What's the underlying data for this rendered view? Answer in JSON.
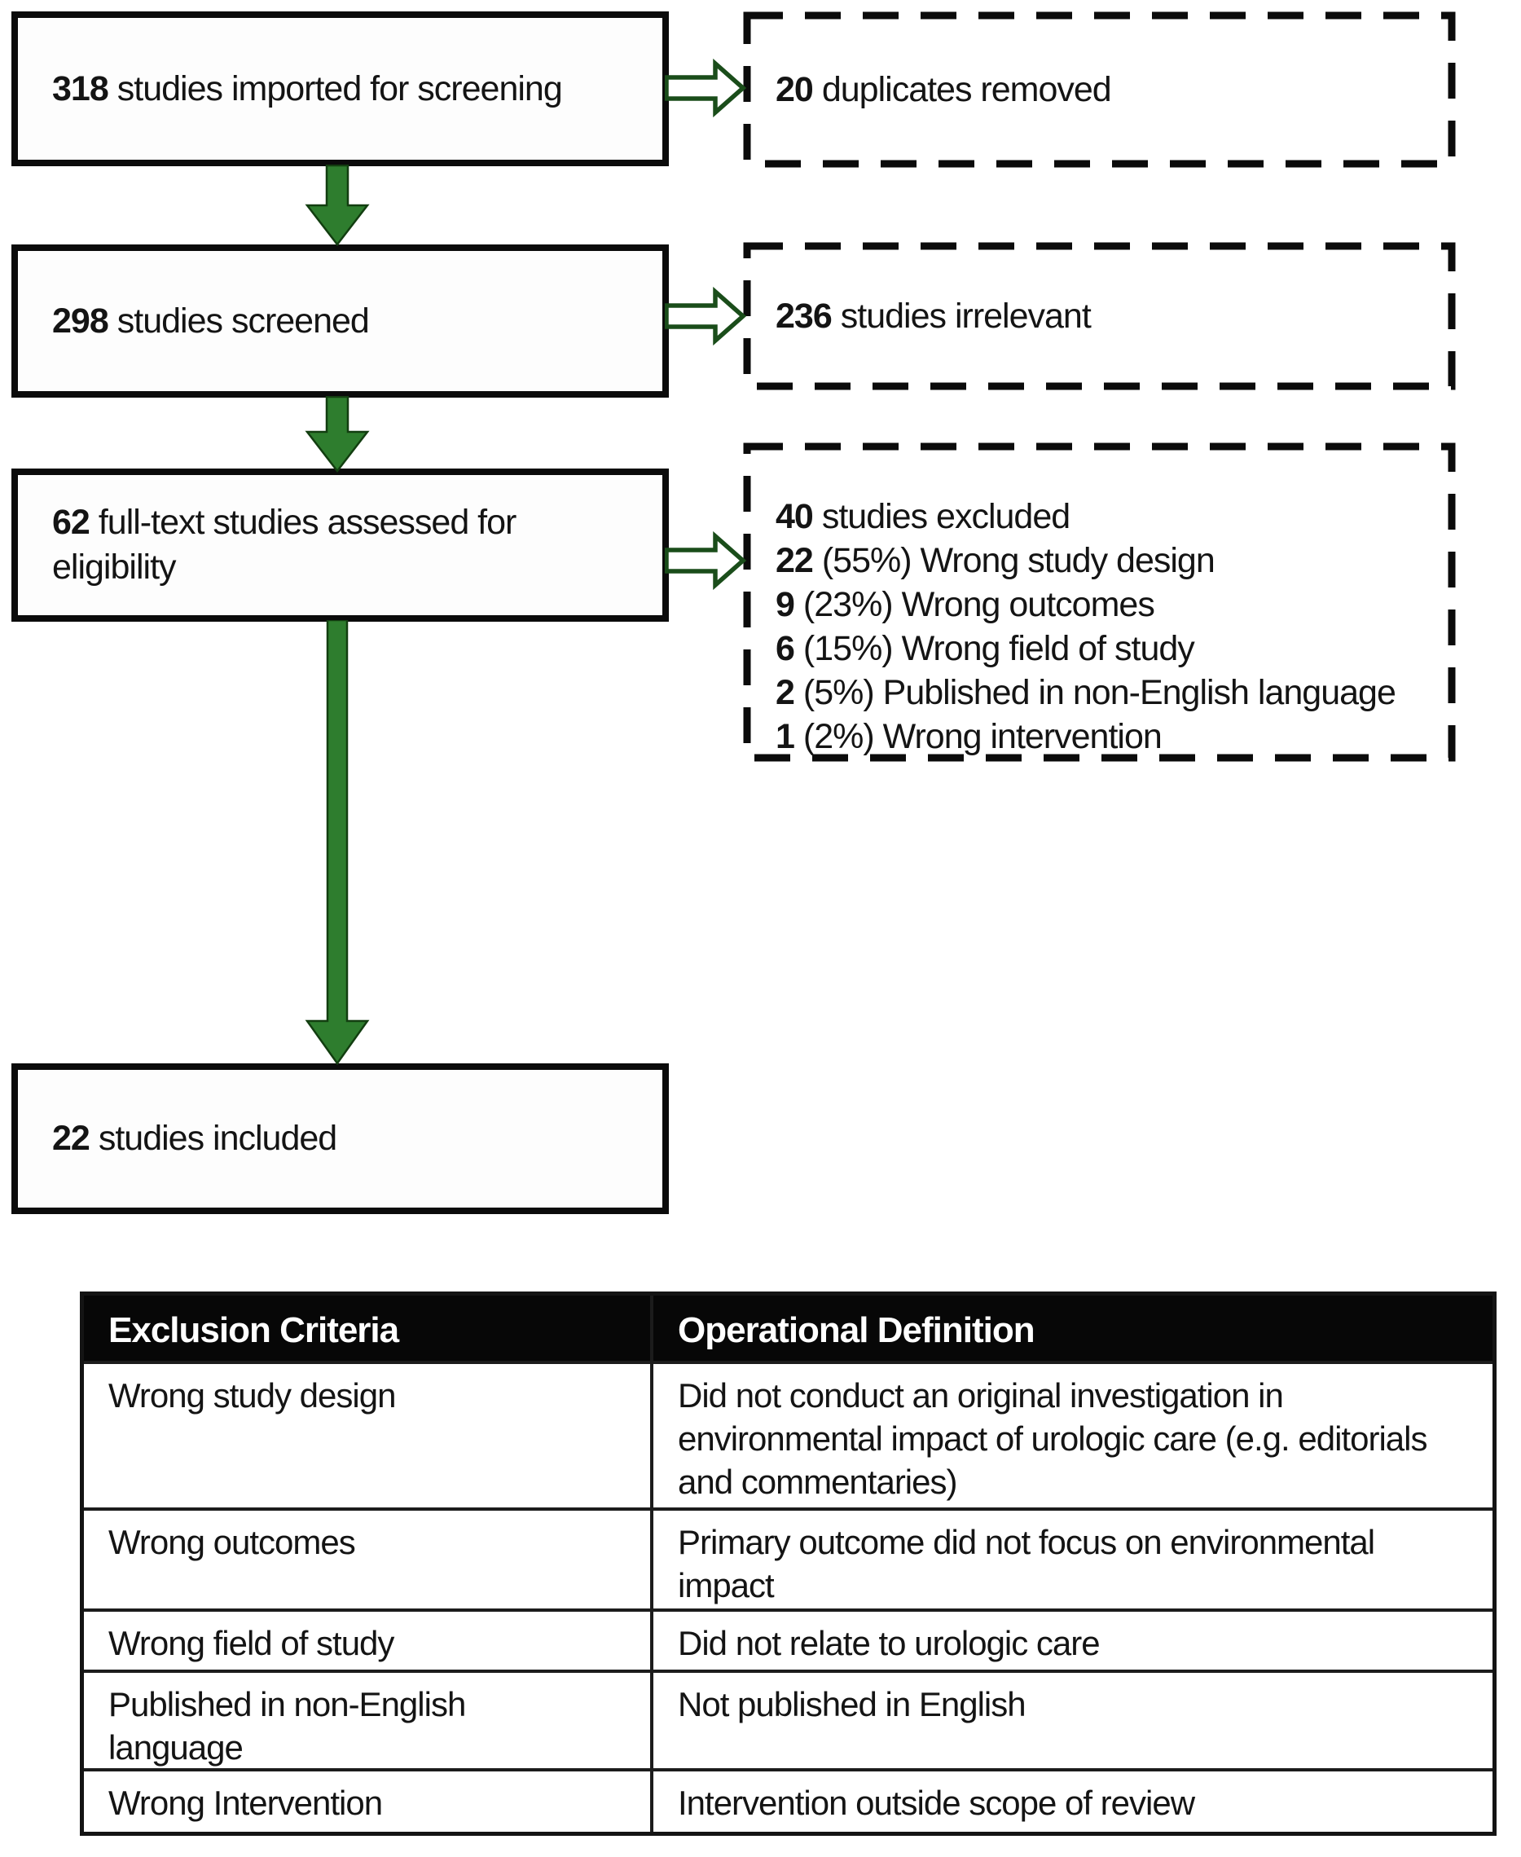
{
  "flowchart": {
    "boxes": [
      {
        "bold": "318",
        "text": "studies imported for screening"
      },
      {
        "bold": "298",
        "text": "studies screened"
      },
      {
        "bold": "62",
        "text": "full-text studies assessed for eligibility"
      },
      {
        "bold": "22",
        "text": "studies included"
      }
    ],
    "side_boxes": [
      {
        "bold": "20",
        "text": "duplicates removed"
      },
      {
        "bold": "236",
        "text": "studies irrelevant"
      }
    ],
    "excluded_box": {
      "lines": [
        {
          "bold": "40",
          "text": "studies excluded"
        },
        {
          "bold": "22",
          "text": "(55%) Wrong study design"
        },
        {
          "bold": "9",
          "text": "(23%) Wrong outcomes"
        },
        {
          "bold": "6",
          "text": "(15%) Wrong field of study"
        },
        {
          "bold": "2",
          "text": "(5%) Published in non-English language"
        },
        {
          "bold": "1",
          "text": "(2%) Wrong intervention"
        }
      ]
    },
    "colors": {
      "arrow_green": "#2e7d2e",
      "arrow_outline": "#123e10",
      "hollow_arrow_stroke": "#1a4d1a",
      "box_border": "#0b0b0b"
    }
  },
  "table": {
    "headers": [
      "Exclusion Criteria",
      "Operational Definition"
    ],
    "header_bg": "#070707",
    "header_text_color": "#ffffff",
    "rows": [
      [
        "Wrong study design",
        "Did not conduct an original investigation in environmental impact of urologic care (e.g. editorials and commentaries)"
      ],
      [
        "Wrong outcomes",
        "Primary outcome did not focus on environmental impact"
      ],
      [
        "Wrong field of study",
        "Did not relate to urologic care"
      ],
      [
        "Published in non-English language",
        "Not published in English"
      ],
      [
        "Wrong Intervention",
        "Intervention outside scope of review"
      ]
    ]
  }
}
